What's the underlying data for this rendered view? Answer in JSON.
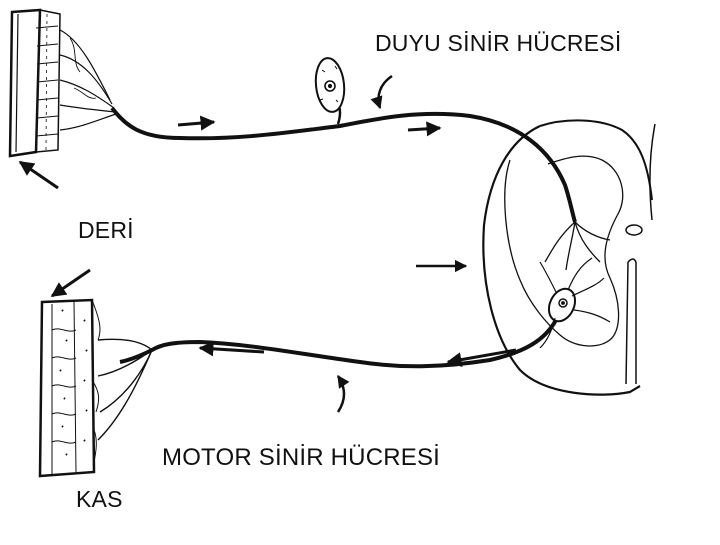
{
  "labels": {
    "sensory_neuron": "DUYU SİNİR HÜCRESİ",
    "skin": "DERİ",
    "motor_neuron": "MOTOR SİNİR HÜCRESİ",
    "muscle": "KAS"
  },
  "colors": {
    "ink": "#111111",
    "background": "#ffffff"
  }
}
